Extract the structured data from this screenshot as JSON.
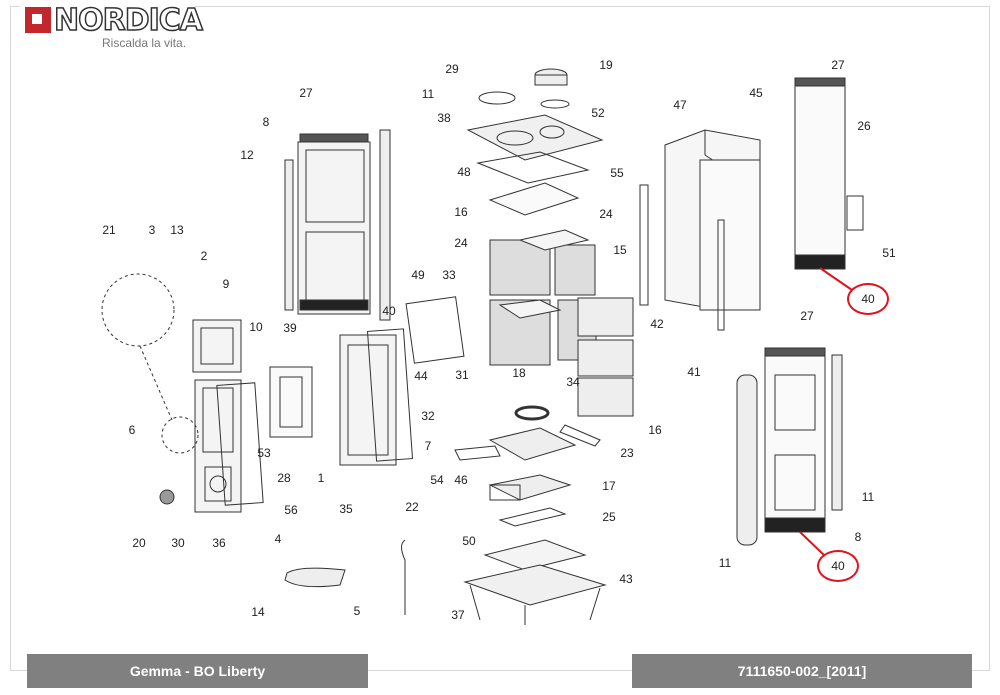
{
  "brand": {
    "name": "NORDICA",
    "tagline": "Riscalda la vita."
  },
  "footer": {
    "model": "Gemma - BO Liberty",
    "code": "7111650-002_[2011]"
  },
  "parts": [
    "29",
    "19",
    "52",
    "38",
    "27",
    "11",
    "8",
    "12",
    "55",
    "48",
    "47",
    "45",
    "27",
    "26",
    "16",
    "24",
    "24",
    "15",
    "21",
    "3",
    "13",
    "2",
    "9",
    "49",
    "33",
    "51",
    "10",
    "39",
    "40",
    "42",
    "27",
    "18",
    "31",
    "44",
    "34",
    "41",
    "32",
    "7",
    "16",
    "6",
    "53",
    "28",
    "1",
    "23",
    "46",
    "54",
    "17",
    "56",
    "35",
    "22",
    "4",
    "25",
    "11",
    "8",
    "20",
    "30",
    "36",
    "50",
    "11",
    "43",
    "14",
    "5",
    "37"
  ],
  "highlighted": [
    "40",
    "40"
  ],
  "colors": {
    "highlight": "#e0141e",
    "bar": "#808080",
    "brand": "#c1272d"
  }
}
